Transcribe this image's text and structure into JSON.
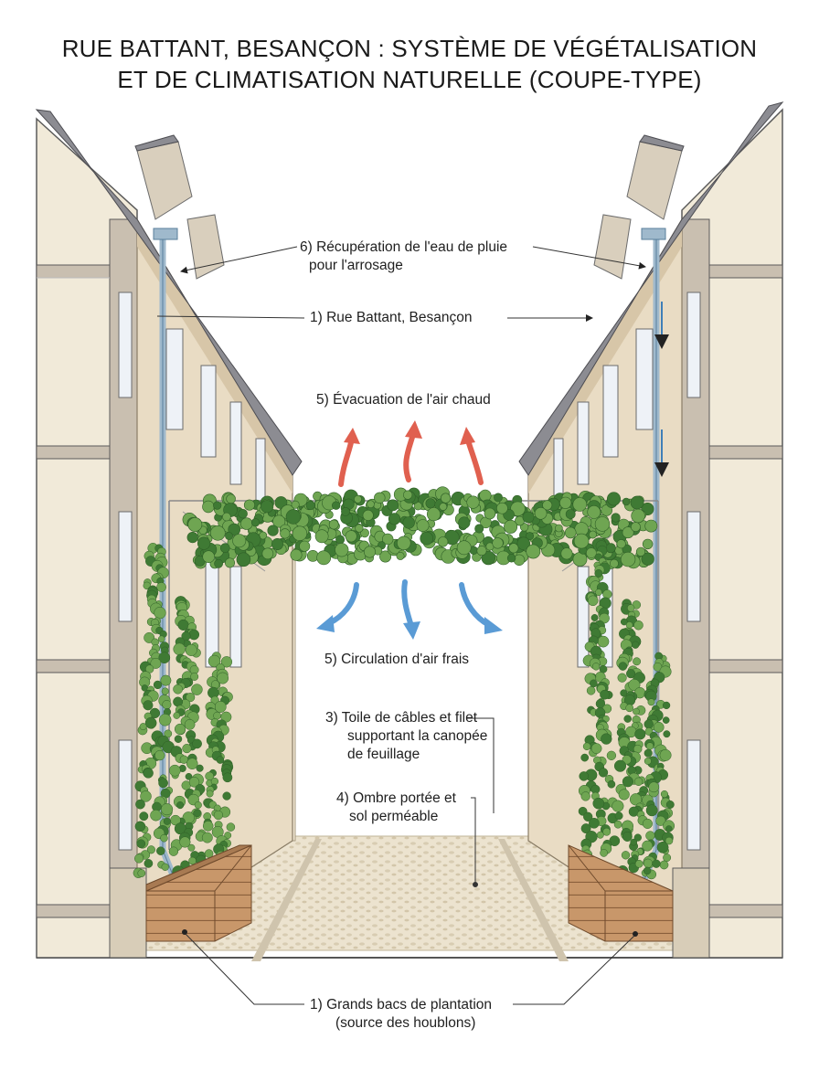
{
  "title": {
    "line1": "RUE BATTANT, BESANÇON : SYSTÈME DE VÉGÉTALISATION",
    "line2": "ET DE CLIMATISATION NATURELLE (COUPE-TYPE)"
  },
  "labels": {
    "rain": {
      "line1": "6) Récupération de l'eau de pluie",
      "line2": "pour l'arrosage"
    },
    "street": {
      "line1": "1) Rue Battant, Besançon"
    },
    "hot_air": {
      "line1": "5) Évacuation de l'air chaud"
    },
    "cool_air": {
      "line1": "5) Circulation d'air frais"
    },
    "canopy": {
      "line1": "3) Toile de câbles et filet",
      "line2": "supportant la canopée",
      "line3": "de feuillage"
    },
    "shade": {
      "line1": "4) Ombre portée et",
      "line2": "sol perméable"
    },
    "planters": {
      "line1": "1) Grands bacs de plantation",
      "line2": "(source des houblons)"
    }
  },
  "colors": {
    "stone": "#e9dcc4",
    "stone_shadow": "#d7c6a8",
    "wall_section": "#c9bfb0",
    "roof": "#8c8c92",
    "window": "#eef2f7",
    "foliage": "#6fa552",
    "foliage_dark": "#3f7a34",
    "hot_arrow": "#e0604f",
    "cool_arrow": "#5a9bd5",
    "pipe": "#9fb9cc",
    "wood": "#c8976a",
    "ground": "#ece3cf"
  }
}
